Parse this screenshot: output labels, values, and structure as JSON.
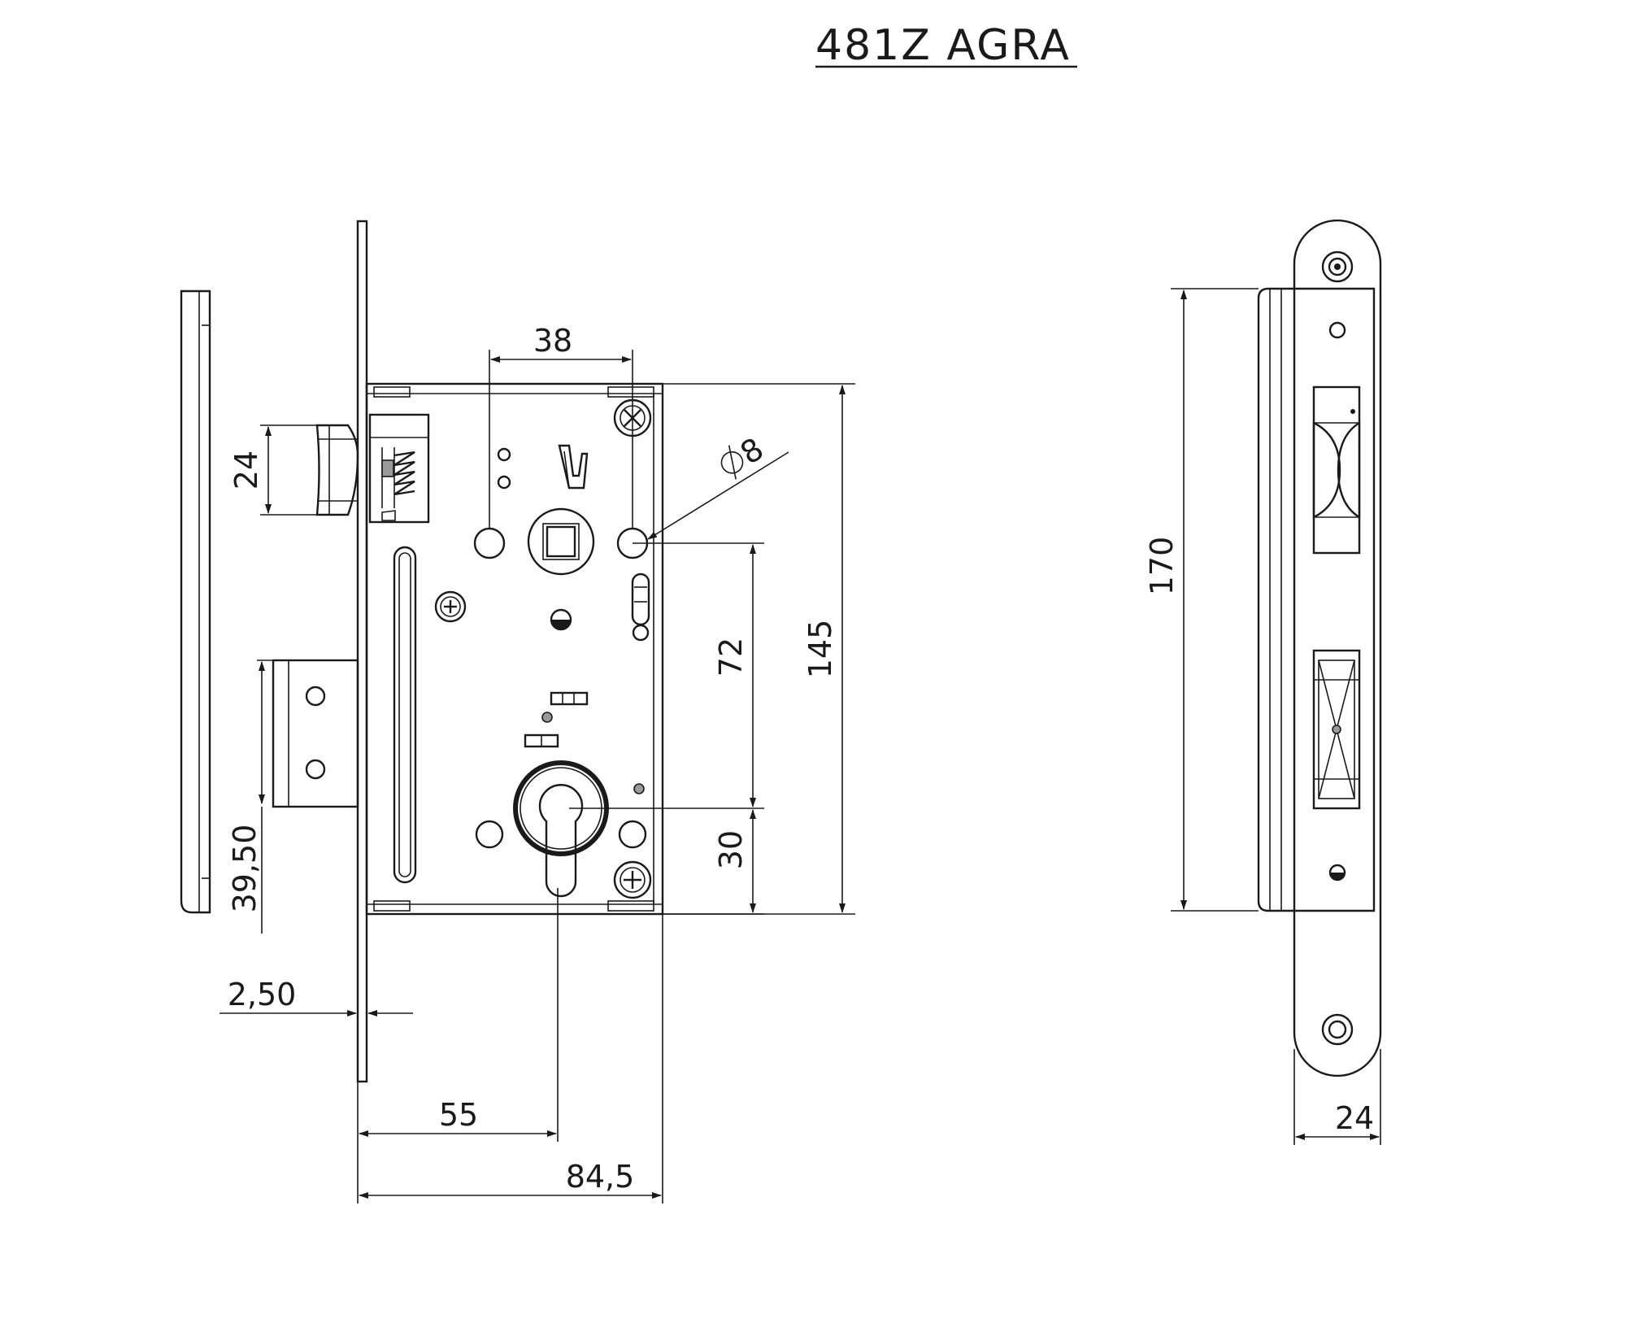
{
  "title": "481Z  AGRA",
  "dimensions": {
    "d38": "38",
    "d24": "24",
    "d145": "145",
    "d72": "72",
    "d30": "30",
    "d39_50": "39,50",
    "d2_50": "2,50",
    "d55": "55",
    "d84_5": "84,5",
    "phi8": "8",
    "d170": "170",
    "d24_side": "24"
  }
}
